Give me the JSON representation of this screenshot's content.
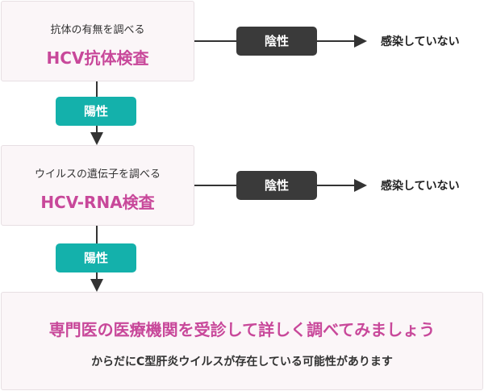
{
  "step1": {
    "subtitle": "抗体の有無を調べる",
    "title": "HCV抗体検査"
  },
  "step2": {
    "subtitle": "ウイルスの遺伝子を調べる",
    "title": "HCV-RNA検査"
  },
  "branch_negative_1": {
    "label": "陰性",
    "outcome": "感染していない"
  },
  "branch_negative_2": {
    "label": "陰性",
    "outcome": "感染していない"
  },
  "branch_positive_1": {
    "label": "陽性"
  },
  "branch_positive_2": {
    "label": "陽性"
  },
  "final": {
    "title": "専門医の医療機関を受診して詳しく調べてみましょう",
    "subtitle": "からだにC型肝炎ウイルスが存在している可能性があります"
  },
  "colors": {
    "accent": "#c8489a",
    "positive": "#14b1ab",
    "negative": "#3a3a3a"
  }
}
